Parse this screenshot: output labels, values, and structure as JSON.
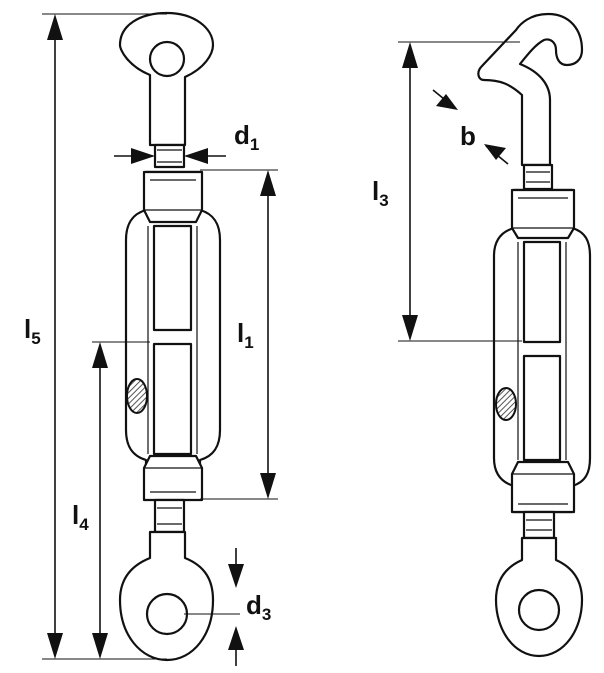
{
  "labels": {
    "l5": {
      "main": "l",
      "sub": "5"
    },
    "l1": {
      "main": "l",
      "sub": "1"
    },
    "l4": {
      "main": "l",
      "sub": "4"
    },
    "l3": {
      "main": "l",
      "sub": "3"
    },
    "d1": {
      "main": "d",
      "sub": "1"
    },
    "d3": {
      "main": "d",
      "sub": "3"
    },
    "b": {
      "main": "b"
    }
  },
  "colors": {
    "line": "#111111",
    "fill": "#ffffff",
    "pin_hatch": "#555555"
  }
}
